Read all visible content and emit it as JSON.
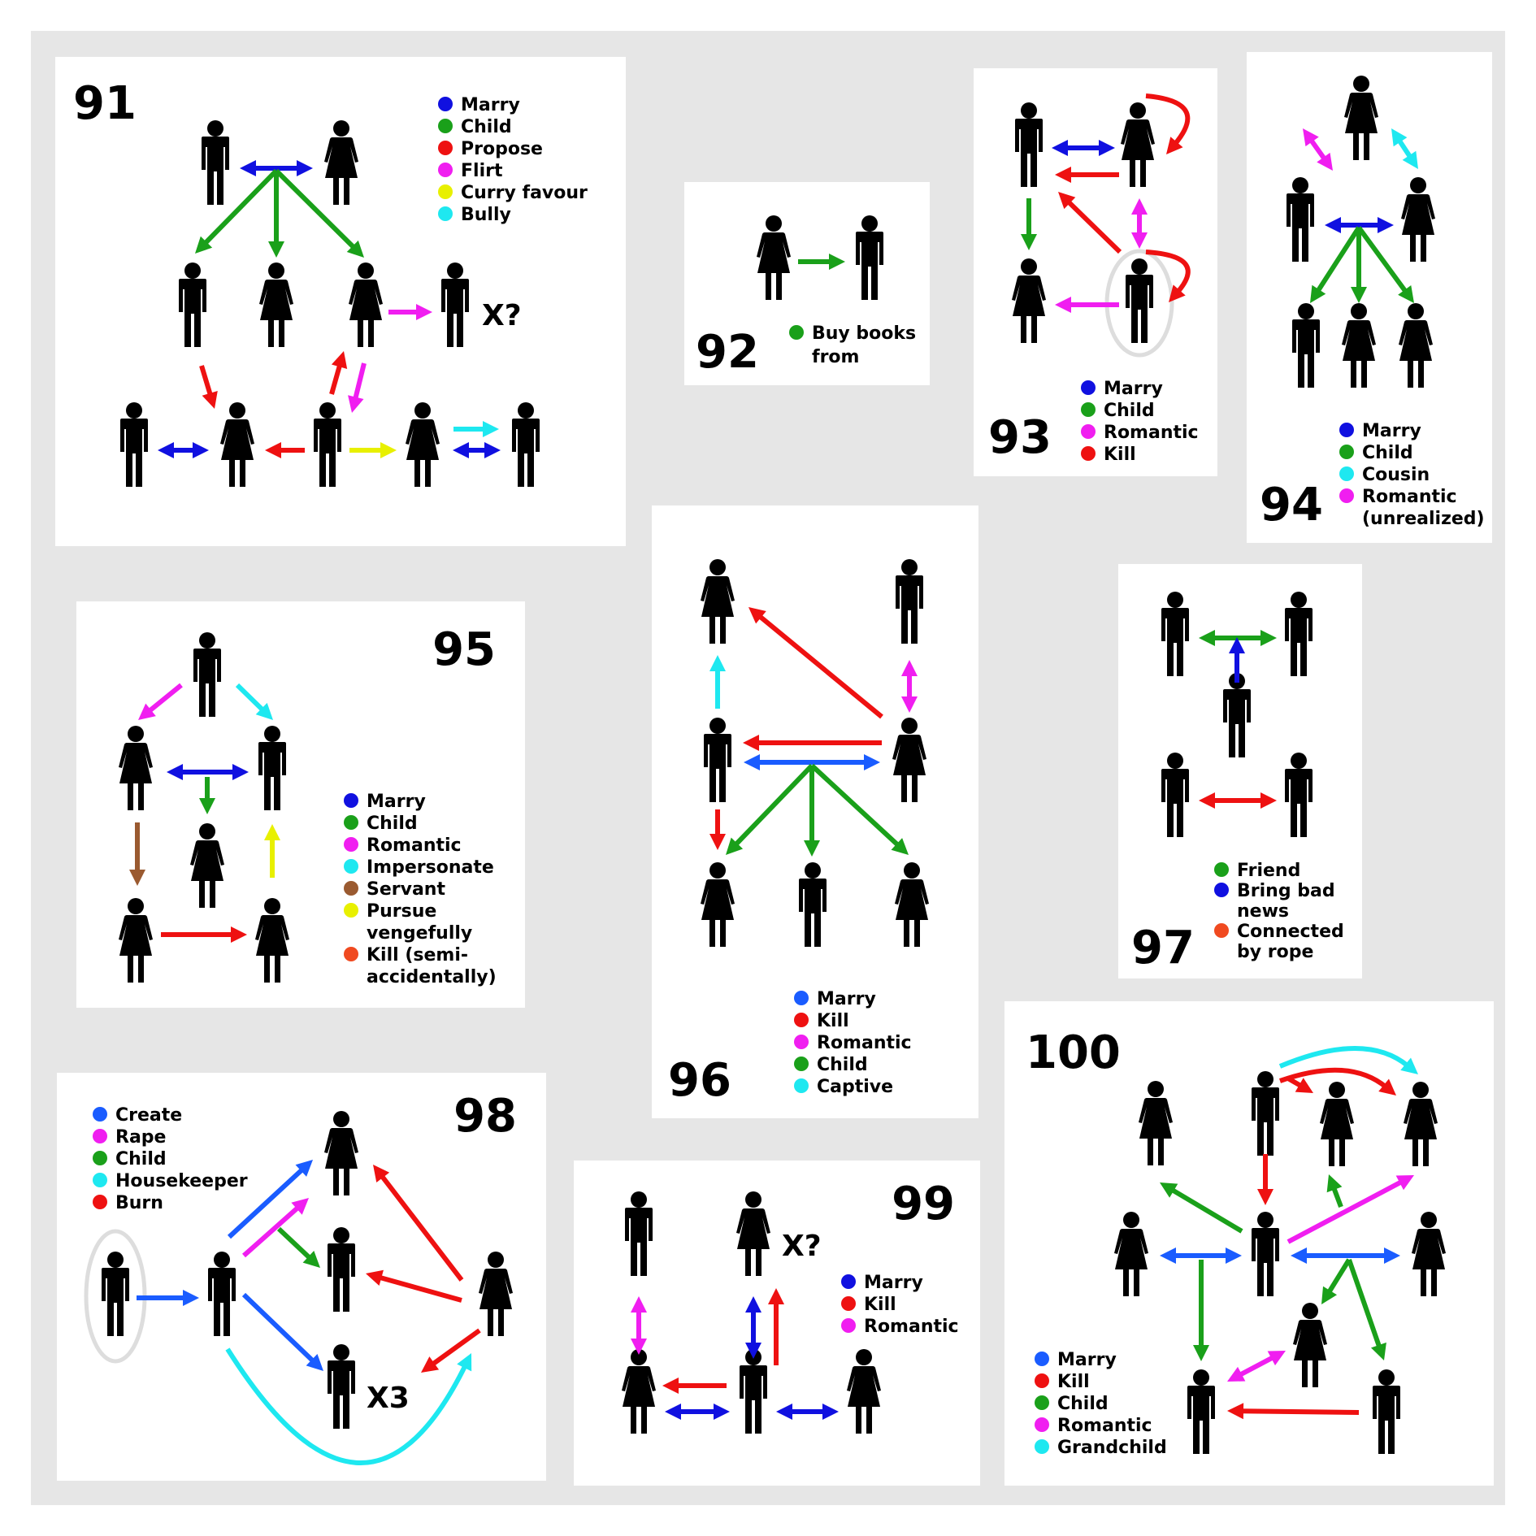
{
  "palette": {
    "marry": "#1010e0",
    "marry_light": "#1a5cff",
    "child": "#1aa01a",
    "red": "#ee1111",
    "magenta": "#f01ef0",
    "yellow": "#e8f000",
    "cyan": "#1ee8f0",
    "brown": "#9a5a30",
    "orange_red": "#f04a20",
    "figure": "#000000",
    "panel": "#ffffff",
    "backdrop": "#e6e6e6"
  },
  "panels": [
    {
      "number": "91",
      "legend": [
        {
          "label": "Marry",
          "color": "#1010e0"
        },
        {
          "label": "Child",
          "color": "#1aa01a"
        },
        {
          "label": "Propose",
          "color": "#ee1111"
        },
        {
          "label": "Flirt",
          "color": "#f01ef0"
        },
        {
          "label": "Curry favour",
          "color": "#e8f000"
        },
        {
          "label": "Bully",
          "color": "#1ee8f0"
        }
      ],
      "notes": [
        "X?"
      ]
    },
    {
      "number": "92",
      "legend": [
        {
          "label": "Buy books",
          "label2": "from",
          "color": "#1aa01a"
        }
      ]
    },
    {
      "number": "93",
      "legend": [
        {
          "label": "Marry",
          "color": "#1010e0"
        },
        {
          "label": "Child",
          "color": "#1aa01a"
        },
        {
          "label": "Romantic",
          "color": "#f01ef0"
        },
        {
          "label": "Kill",
          "color": "#ee1111"
        }
      ]
    },
    {
      "number": "94",
      "legend": [
        {
          "label": "Marry",
          "color": "#1010e0"
        },
        {
          "label": "Child",
          "color": "#1aa01a"
        },
        {
          "label": "Cousin",
          "color": "#1ee8f0"
        },
        {
          "label": "Romantic",
          "label2": "(unrealized)",
          "color": "#f01ef0"
        }
      ]
    },
    {
      "number": "95",
      "legend": [
        {
          "label": "Marry",
          "color": "#1010e0"
        },
        {
          "label": "Child",
          "color": "#1aa01a"
        },
        {
          "label": "Romantic",
          "color": "#f01ef0"
        },
        {
          "label": "Impersonate",
          "color": "#1ee8f0"
        },
        {
          "label": "Servant",
          "color": "#9a5a30"
        },
        {
          "label": "Pursue",
          "label2": "vengefully",
          "color": "#e8f000"
        },
        {
          "label": "Kill (semi-",
          "label2": "accidentally)",
          "color": "#f04a20"
        }
      ]
    },
    {
      "number": "96",
      "legend": [
        {
          "label": "Marry",
          "color": "#1a5cff"
        },
        {
          "label": "Kill",
          "color": "#ee1111"
        },
        {
          "label": "Romantic",
          "color": "#f01ef0"
        },
        {
          "label": "Child",
          "color": "#1aa01a"
        },
        {
          "label": "Captive",
          "color": "#1ee8f0"
        }
      ]
    },
    {
      "number": "97",
      "legend": [
        {
          "label": "Friend",
          "color": "#1aa01a"
        },
        {
          "label": "Bring bad",
          "label2": "news",
          "color": "#1010e0"
        },
        {
          "label": "Connected",
          "label2": "by rope",
          "color": "#f04a20"
        }
      ]
    },
    {
      "number": "98",
      "legend": [
        {
          "label": "Create",
          "color": "#1a5cff"
        },
        {
          "label": "Rape",
          "color": "#f01ef0"
        },
        {
          "label": "Child",
          "color": "#1aa01a"
        },
        {
          "label": "Housekeeper",
          "color": "#1ee8f0"
        },
        {
          "label": "Burn",
          "color": "#ee1111"
        }
      ],
      "notes": [
        "X3"
      ]
    },
    {
      "number": "99",
      "legend": [
        {
          "label": "Marry",
          "color": "#1010e0"
        },
        {
          "label": "Kill",
          "color": "#ee1111"
        },
        {
          "label": "Romantic",
          "color": "#f01ef0"
        }
      ],
      "notes": [
        "X?"
      ]
    },
    {
      "number": "100",
      "legend": [
        {
          "label": "Marry",
          "color": "#1a5cff"
        },
        {
          "label": "Kill",
          "color": "#ee1111"
        },
        {
          "label": "Child",
          "color": "#1aa01a"
        },
        {
          "label": "Romantic",
          "color": "#f01ef0"
        },
        {
          "label": "Grandchild",
          "color": "#1ee8f0"
        }
      ]
    }
  ]
}
